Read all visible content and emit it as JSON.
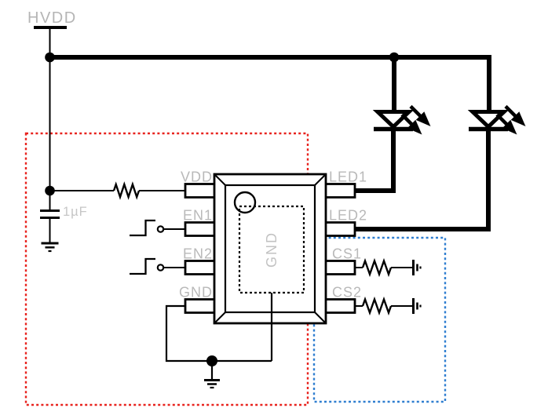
{
  "schematic": {
    "supply_label": "HVDD",
    "capacitor_value": "1µF",
    "ic": {
      "left_pins": [
        "VDD",
        "EN1",
        "EN2",
        "GND"
      ],
      "right_pins": [
        "LED1",
        "LED2",
        "CS1",
        "CS2"
      ],
      "thermal_pad_label": "GND"
    },
    "colors": {
      "wire": "#000000",
      "pin_label_gray": "#b9b9b9",
      "red_region_box": "#e8231e",
      "blue_region_box": "#2f7ed0",
      "background": "#ffffff"
    }
  }
}
